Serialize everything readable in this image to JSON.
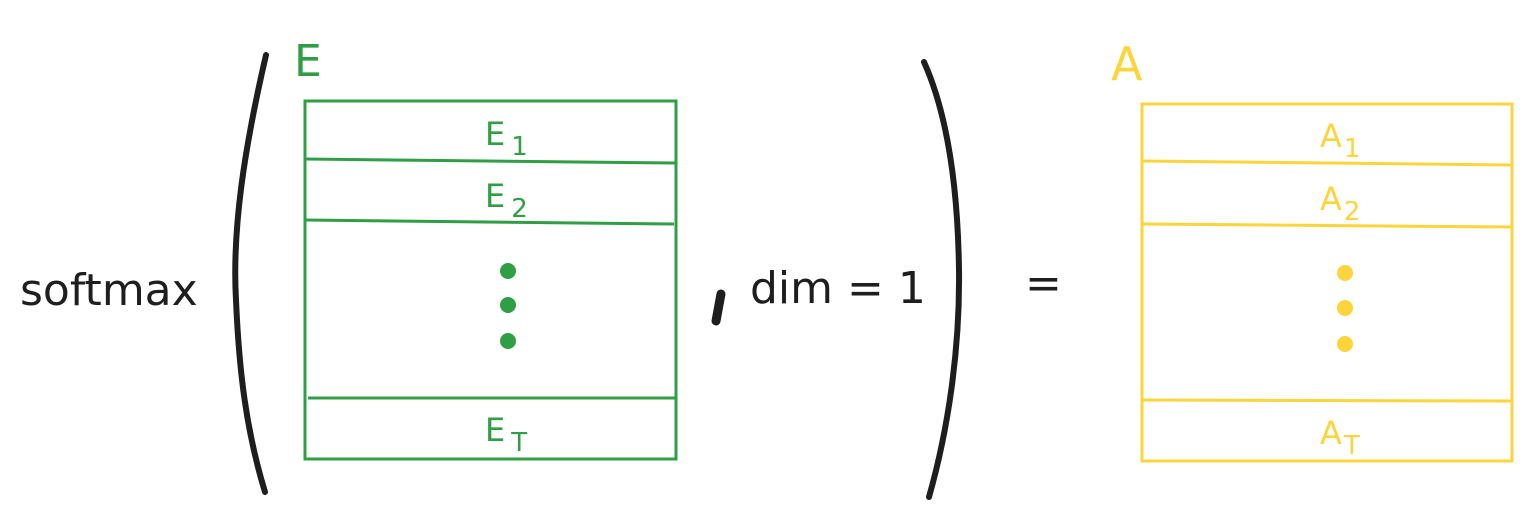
{
  "function_label": "softmax",
  "argument_label": ", dim = 1",
  "equals_sign": "=",
  "input_matrix": {
    "name": "E",
    "color": "#2f9e44",
    "rows": [
      {
        "base": "E",
        "sub": "1"
      },
      {
        "base": "E",
        "sub": "2"
      },
      {
        "base": "E",
        "sub": "T"
      }
    ]
  },
  "output_matrix": {
    "name": "A",
    "color": "#fcd43c",
    "rows": [
      {
        "base": "A",
        "sub": "1"
      },
      {
        "base": "A",
        "sub": "2"
      },
      {
        "base": "A",
        "sub": "T"
      }
    ]
  },
  "paren_color": "#1e1e1e"
}
